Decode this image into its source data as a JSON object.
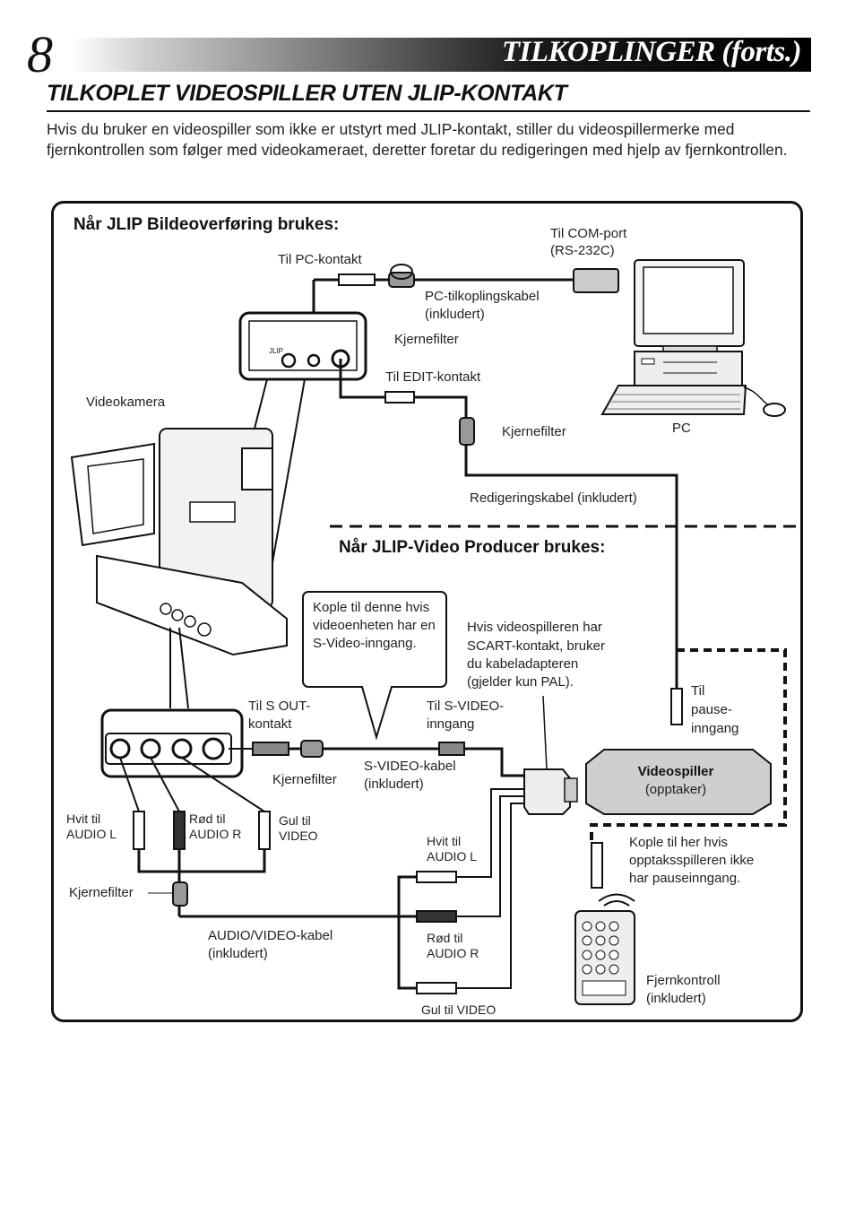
{
  "header": {
    "page_number": "8",
    "title": "TILKOPLINGER (forts.)"
  },
  "section": {
    "heading": "TILKOPLET VIDEOSPILLER UTEN JLIP-KONTAKT",
    "intro": "Hvis du bruker en videospiller som ikke er utstyrt med JLIP-kontakt, stiller du videospillermerke med fjernkontrollen som følger med videokameraet, deretter foretar du redigeringen med hjelp av fjernkontrollen."
  },
  "diagram": {
    "heading_jlip_image": "Når JLIP Bildeoverføring brukes:",
    "heading_jlip_video": "Når JLIP-Video Producer brukes:",
    "labels": {
      "com_port_1": "Til COM-port",
      "com_port_2": "(RS-232C)",
      "pc_connector": "Til PC-kontakt",
      "pc_cable_1": "PC-tilkoplingskabel",
      "pc_cable_2": "(inkludert)",
      "core_filter": "Kjernefilter",
      "edit_connector": "Til EDIT-kontakt",
      "camcorder": "Videokamera",
      "pc": "PC",
      "editing_cable": "Redigeringskabel (inkludert)",
      "callout": "Kople til denne hvis videoenheten har en S-Video-inngang.",
      "scart_note_1": "Hvis videospilleren har",
      "scart_note_2": "SCART-kontakt, bruker",
      "scart_note_3": "du kabeladapteren",
      "scart_note_4": "(gjelder kun PAL).",
      "s_out_1": "Til S OUT-",
      "s_out_2": "kontakt",
      "s_video_in_1": "Til S-VIDEO-",
      "s_video_in_2": "inngang",
      "pause_1": "Til",
      "pause_2": "pause-",
      "pause_3": "inngang",
      "s_video_cable_1": "S-VIDEO-kabel",
      "s_video_cable_2": "(inkludert)",
      "vcr_title": "Videospiller",
      "vcr_sub": "(opptaker)",
      "white_audio_l_1": "Hvit til",
      "white_audio_l_2": "AUDIO L",
      "red_audio_r_1": "Rød til",
      "red_audio_r_2": "AUDIO R",
      "yellow_video_1": "Gul til",
      "yellow_video_2": "VIDEO",
      "no_pause_1": "Kople til her hvis",
      "no_pause_2": "opptaksspilleren ikke",
      "no_pause_3": "har pauseinngang.",
      "av_cable_1": "AUDIO/VIDEO-kabel",
      "av_cable_2": "(inkludert)",
      "yellow_video_single": "Gul til VIDEO",
      "remote_1": "Fjernkontroll",
      "remote_2": "(inkludert)",
      "jlip_mark": "JLIP"
    }
  }
}
